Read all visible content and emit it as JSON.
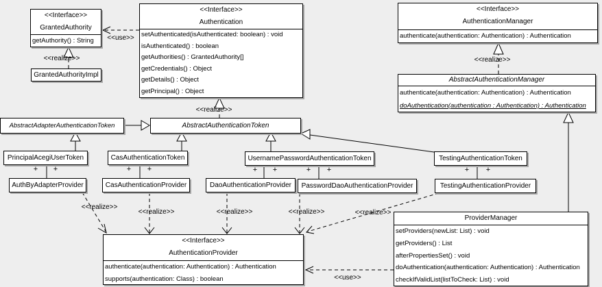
{
  "colors": {
    "background": "#eeeeee",
    "box": "#ffffff",
    "line": "#000000",
    "shadow": "#a8a8a8"
  },
  "labels": {
    "use": "<<use>>",
    "realize": "<<realize>>",
    "plus": "+"
  },
  "classes": {
    "granted_authority": {
      "stereotype": "<<Interface>>",
      "name": "GrantedAuthority",
      "methods": [
        "getAuthority() : String"
      ]
    },
    "granted_authority_impl": {
      "name": "GrantedAuthorityImpl"
    },
    "authentication": {
      "stereotype": "<<Interface>>",
      "name": "Authentication",
      "methods": [
        "setAuthenticated(isAuthenticated: boolean) : void",
        "isAuthenticated() : boolean",
        "getAuthorities() : GrantedAuthority[]",
        "getCredentials() : Object",
        "getDetails() : Object",
        "getPrincipal() : Object"
      ]
    },
    "authentication_manager": {
      "stereotype": "<<Interface>>",
      "name": "AuthenticationManager",
      "methods": [
        "authenticate(authentication: Authentication) : Authentication"
      ]
    },
    "abstract_authentication_manager": {
      "name": "AbstractAuthenticationManager",
      "methods": [
        "authenticate(authentication: Authentication) : Authentication",
        "doAuthentication(authentication : Authentication) : Authentication"
      ]
    },
    "abstract_adapter_authentication_token": {
      "name": "AbstractAdapterAuthenticationToken"
    },
    "abstract_authentication_token": {
      "name": "AbstractAuthenticationToken"
    },
    "principal_acegi_user_token": {
      "name": "PrincipalAcegiUserToken"
    },
    "cas_authentication_token": {
      "name": "CasAuthenticationToken"
    },
    "username_password_authentication_token": {
      "name": "UsernamePasswordAuthenticationToken"
    },
    "testing_authentication_token": {
      "name": "TestingAuthenticationToken"
    },
    "auth_by_adapter_provider": {
      "name": "AuthByAdapterProvider"
    },
    "cas_authentication_provider": {
      "name": "CasAuthenticationProvider"
    },
    "dao_authentication_provider": {
      "name": "DaoAuthenticationProvider"
    },
    "password_dao_authentication_provider": {
      "name": "PasswordDaoAuthenticationProvider"
    },
    "testing_authentication_provider": {
      "name": "TestingAuthenticationProvider"
    },
    "authentication_provider": {
      "stereotype": "<<Interface>>",
      "name": "AuthenticationProvider",
      "methods": [
        "authenticate(authentication: Authentication) : Authentication",
        "supports(authentication: Class) : boolean"
      ]
    },
    "provider_manager": {
      "name": "ProviderManager",
      "methods": [
        "setProviders(newList: List) : void",
        "getProviders() : List",
        "afterPropertiesSet() : void",
        "doAuthentication(authentication: Authentication) : Authentication",
        "checkIfValidList(listToCheck: List) : void"
      ]
    }
  }
}
